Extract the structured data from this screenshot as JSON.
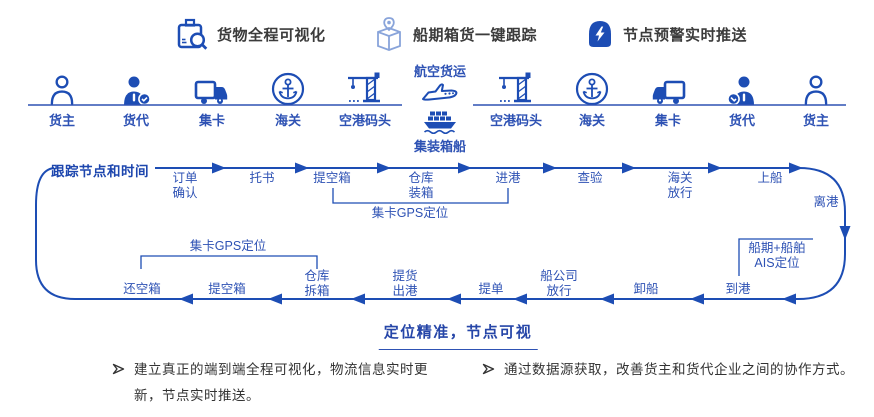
{
  "colors": {
    "primary": "#1d4db4",
    "light_blue": "#89a4da",
    "label_blue": "#2e52b4",
    "dark_text": "#3b3b3b"
  },
  "features": {
    "items": [
      {
        "icon": "box-search",
        "label": "货物全程可视化"
      },
      {
        "icon": "package-pin",
        "label": "船期箱货一键跟踪"
      },
      {
        "icon": "alarm-lightning",
        "label": "节点预警实时推送"
      }
    ]
  },
  "actors": {
    "left": [
      {
        "icon": "person-outline",
        "label": "货主"
      },
      {
        "icon": "person-badge",
        "label": "货代"
      },
      {
        "icon": "truck",
        "label": "集卡"
      },
      {
        "icon": "anchor",
        "label": "海关"
      },
      {
        "icon": "crane",
        "label": "空港码头"
      }
    ],
    "center": {
      "air_label": "航空货运",
      "air_icon": "plane",
      "sea_icon": "ship",
      "sea_label": "集装箱船"
    },
    "right": [
      {
        "icon": "crane",
        "label": "空港码头"
      },
      {
        "icon": "anchor",
        "label": "海关"
      },
      {
        "icon": "truck",
        "label": "集卡"
      },
      {
        "icon": "person-badge",
        "label": "货代"
      },
      {
        "icon": "person-outline",
        "label": "货主"
      }
    ]
  },
  "flow": {
    "title": "跟踪节点和时间",
    "top_steps": [
      "订单\n确认",
      "托书",
      "提空箱",
      "仓库\n装箱",
      "进港",
      "查验",
      "海关\n放行",
      "上船"
    ],
    "corner_label": "离港",
    "bottom_steps": [
      "到港",
      "卸船",
      "船公司\n放行",
      "提单",
      "提货\n出港",
      "仓库\n拆箱",
      "提空箱",
      "还空箱"
    ],
    "top_bracket_label": "集卡GPS定位",
    "bottom_bracket_label": "集卡GPS定位",
    "ais_label": "船期+船舶\nAIS定位"
  },
  "footer": {
    "slogan": "定位精准，节点可视",
    "bullets": [
      "建立真正的端到端全程可视化，物流信息实时更新，节点实时推送。",
      "通过数据源获取，改善货主和货代企业之间的协作方式。"
    ]
  }
}
